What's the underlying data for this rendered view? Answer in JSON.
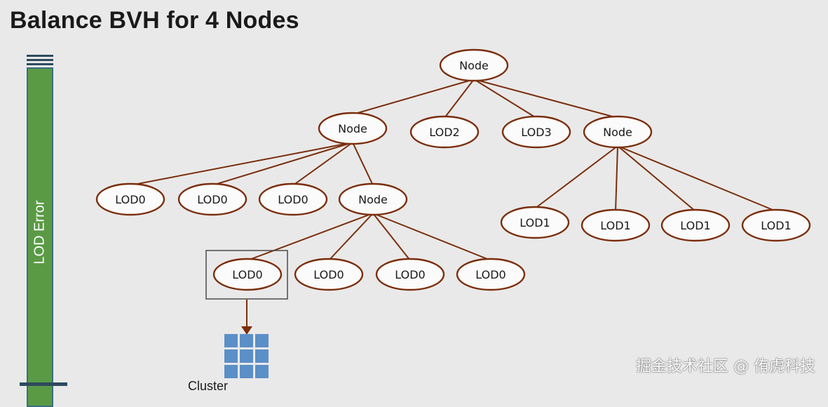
{
  "slide": {
    "title": "Balance BVH for 4 Nodes"
  },
  "lod_bar": {
    "label": "LOD Error",
    "fill_color": "#5a9a45"
  },
  "tree": {
    "nodes": [
      {
        "id": "root",
        "label": "Node"
      },
      {
        "id": "n1",
        "label": "Node"
      },
      {
        "id": "lod2",
        "label": "LOD2"
      },
      {
        "id": "lod3",
        "label": "LOD3"
      },
      {
        "id": "n2",
        "label": "Node"
      },
      {
        "id": "a1",
        "label": "LOD0"
      },
      {
        "id": "a2",
        "label": "LOD0"
      },
      {
        "id": "a3",
        "label": "LOD0"
      },
      {
        "id": "n3",
        "label": "Node"
      },
      {
        "id": "b1",
        "label": "LOD0"
      },
      {
        "id": "b2",
        "label": "LOD0"
      },
      {
        "id": "b3",
        "label": "LOD0"
      },
      {
        "id": "b4",
        "label": "LOD0"
      },
      {
        "id": "c1",
        "label": "LOD1"
      },
      {
        "id": "c2",
        "label": "LOD1"
      },
      {
        "id": "c3",
        "label": "LOD1"
      },
      {
        "id": "c4",
        "label": "LOD1"
      }
    ],
    "edges": [
      [
        "root",
        "n1"
      ],
      [
        "root",
        "lod2"
      ],
      [
        "root",
        "lod3"
      ],
      [
        "root",
        "n2"
      ],
      [
        "n1",
        "a1"
      ],
      [
        "n1",
        "a2"
      ],
      [
        "n1",
        "a3"
      ],
      [
        "n1",
        "n3"
      ],
      [
        "n3",
        "b1"
      ],
      [
        "n3",
        "b2"
      ],
      [
        "n3",
        "b3"
      ],
      [
        "n3",
        "b4"
      ],
      [
        "n2",
        "c1"
      ],
      [
        "n2",
        "c2"
      ],
      [
        "n2",
        "c3"
      ],
      [
        "n2",
        "c4"
      ]
    ],
    "node_stroke_color": "#7a2e0c",
    "highlighted_node": "b1"
  },
  "cluster": {
    "label": "Cluster",
    "cell_color": "#5b8fc7"
  },
  "watermark": {
    "text": "掘金技术社区 @ 侑虎科技"
  }
}
